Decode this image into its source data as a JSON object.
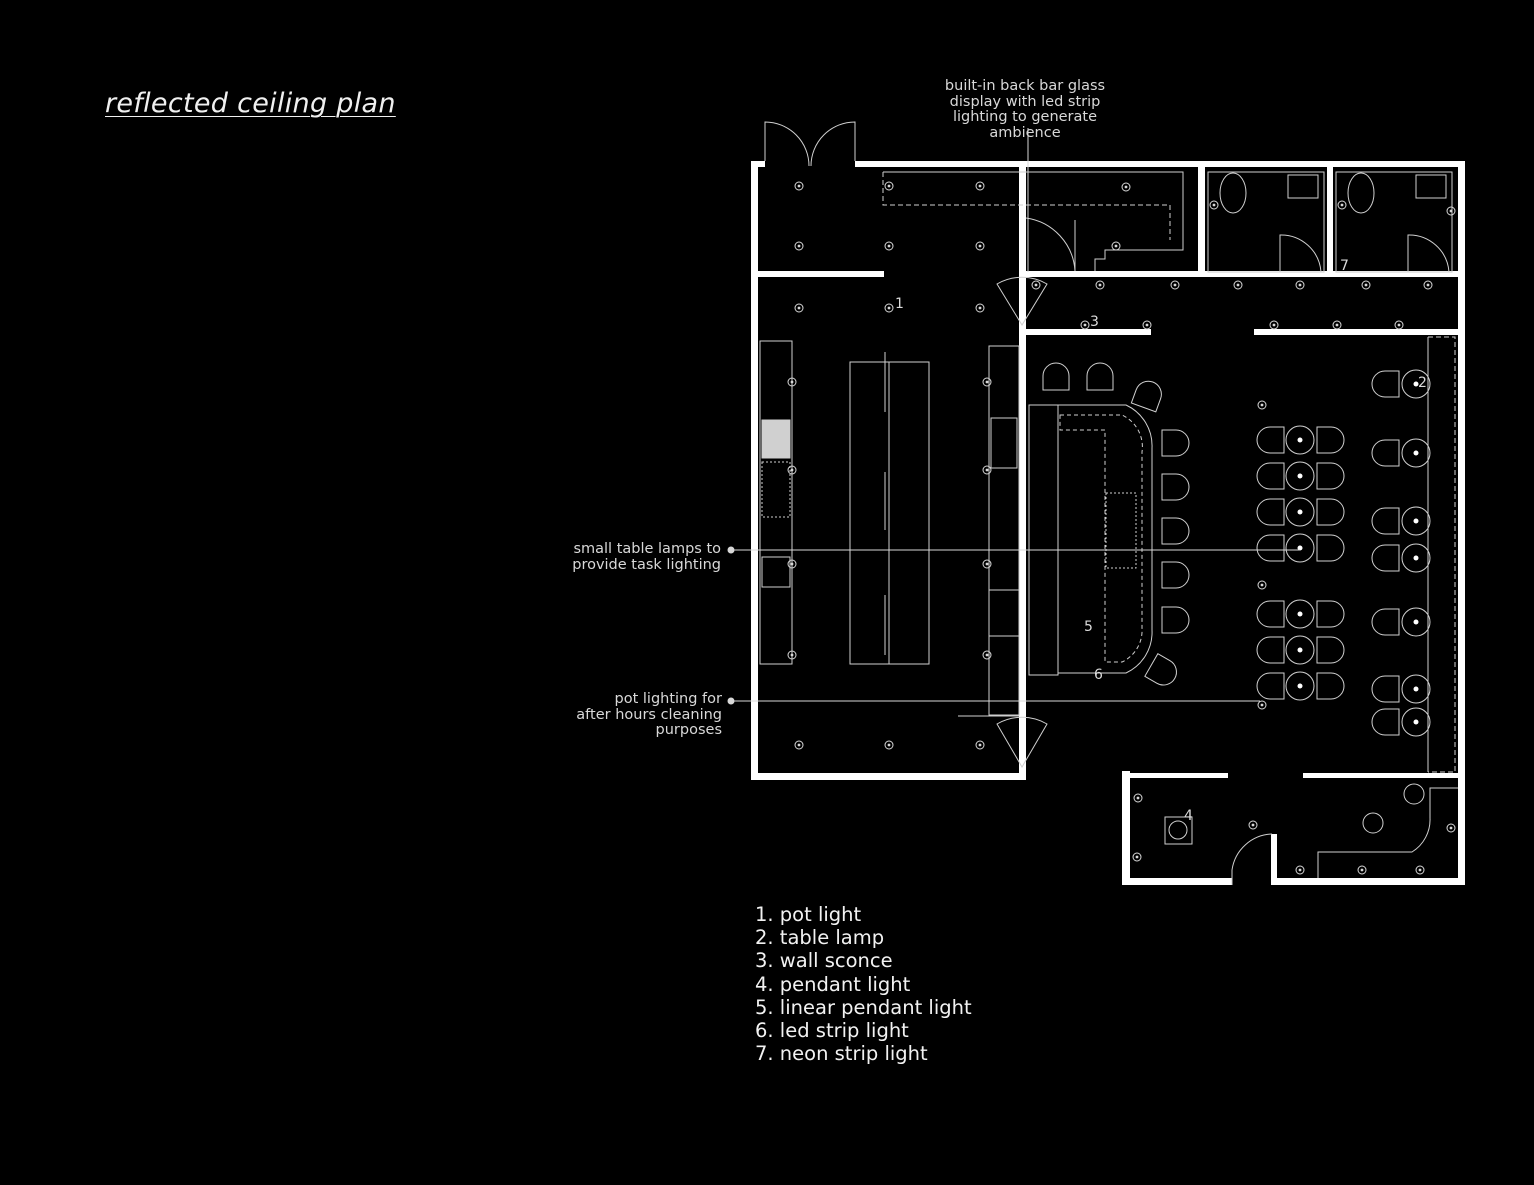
{
  "title": "reflected ceiling plan",
  "callouts": {
    "back_bar": [
      "built-in back bar glass",
      "display with led strip",
      "lighting to generate",
      "ambience"
    ],
    "table_lamps": [
      "small table lamps to",
      "provide task lighting"
    ],
    "pot_lighting": [
      "pot lighting for",
      "after hours cleaning",
      "purposes"
    ]
  },
  "plan_tags": [
    "1",
    "2",
    "3",
    "4",
    "5",
    "6",
    "7"
  ],
  "legend": [
    "1. pot light",
    "2. table lamp",
    "3. wall sconce",
    "4. pendant light",
    "5. linear pendant light",
    "6. led strip light",
    "7. neon strip light"
  ]
}
